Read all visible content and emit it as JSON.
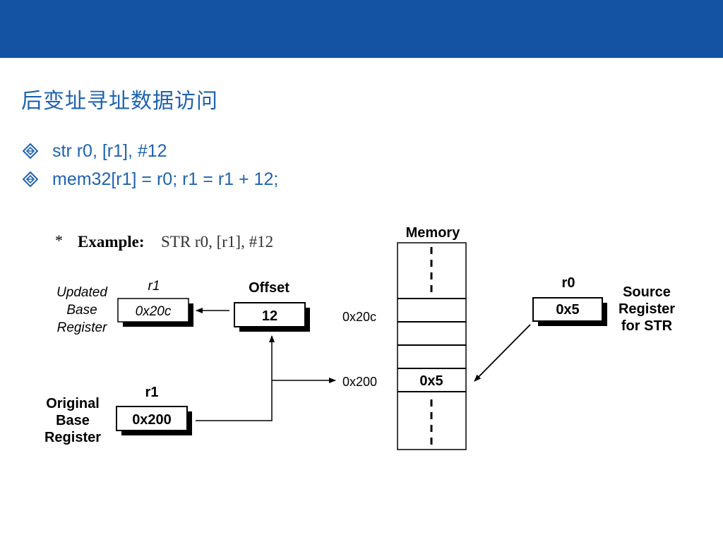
{
  "slide": {
    "title": "后变址寻址数据访问",
    "bullets": [
      {
        "text": "str r0, [r1], #12",
        "icon": "diamond-bullet-icon"
      },
      {
        "text": "mem32[r1] = r0; r1 = r1 + 12;",
        "icon": "diamond-bullet-icon"
      }
    ]
  },
  "figure": {
    "example_star": "*",
    "example_label": "Example:",
    "example_code": "STR r0, [r1], #12",
    "updated_base_line1": "Updated",
    "updated_base_line2": "Base",
    "updated_base_line3": "Register",
    "updated_r1_label": "r1",
    "updated_r1_value": "0x20c",
    "offset_label": "Offset",
    "offset_value": "12",
    "original_base_line1": "Original",
    "original_base_line2": "Base",
    "original_base_line3": "Register",
    "original_r1_label": "r1",
    "original_r1_value": "0x200",
    "memory_label": "Memory",
    "addr_0x20c": "0x20c",
    "addr_0x200": "0x200",
    "memory_cell_value": "0x5",
    "r0_label": "r0",
    "r0_value": "0x5",
    "source_line1": "Source",
    "source_line2": "Register",
    "source_line3": "for STR"
  },
  "colors": {
    "header": "#1452a3",
    "title": "#1f63b0"
  }
}
